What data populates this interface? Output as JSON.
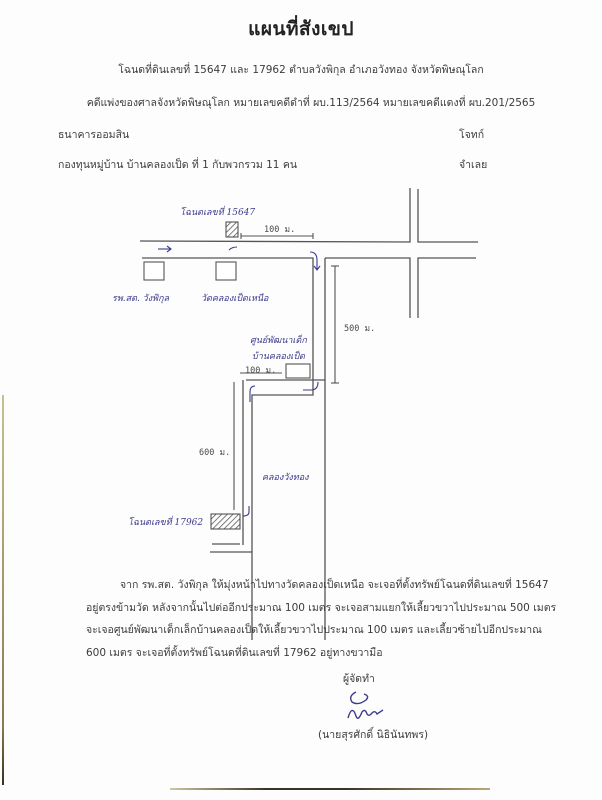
{
  "document": {
    "title": "แผนที่สังเขป",
    "subtitle": "โฉนดที่ดินเลขที่ 15647 และ 17962 ตำบลวังพิกุล อำเภอวังทอง จังหวัดพิษณุโลก",
    "case_line": "คดีแพ่งของศาลจังหวัดพิษณุโลก หมายเลขคดีดำที่ ผบ.113/2564 หมายเลขคดีแดงที่ ผบ.201/2565",
    "plaintiff": {
      "name": "ธนาคารออมสิน",
      "role": "โจทก์"
    },
    "defendant": {
      "name": "กองทุนหมู่บ้าน บ้านคลองเป็ด ที่ 1 กับพวกรวม 11 คน",
      "role": "จำเลย"
    }
  },
  "map": {
    "labels": {
      "parcel_15647": "โฉนดเลขที่ 15647",
      "hospital": "รพ.สต. วังพิกุล",
      "temple": "วัดคลองเป็ดเหนือ",
      "child_center_line1": "ศูนย์พัฒนาเด็ก",
      "child_center_line2": "บ้านคลองเป็ด",
      "parcel_17962": "โฉนดเลขที่ 17962",
      "road_name": "คลองวังทอง"
    },
    "distances": {
      "d1": "100 ม.",
      "d2": "500 ม.",
      "d3": "100 ม.",
      "d4": "600 ม."
    },
    "colors": {
      "road_line": "#555555",
      "handwriting": "#3b3a8c",
      "parcel_hatch": "#444444"
    }
  },
  "directions": {
    "lines": [
      "จาก รพ.สต. วังพิกุล ให้มุ่งหน้าไปทางวัดคลองเป็ดเหนือ จะเจอที่ตั้งทรัพย์โฉนดที่ดินเลขที่ 15647",
      "อยู่ตรงข้ามวัด หลังจากนั้นไปต่ออีกประมาณ 100 เมตร จะเจอสามแยกให้เลี้ยวขวาไปประมาณ 500 เมตร",
      "จะเจอศูนย์พัฒนาเด็กเล็กบ้านคลองเป็ดให้เลี้ยวขวาไปประมาณ 100 เมตร และเลี้ยวซ้ายไปอีกประมาณ",
      "600 เมตร จะเจอที่ตั้งทรัพย์โฉนดที่ดินเลขที่ 17962 อยู่ทางขวามือ"
    ]
  },
  "signature": {
    "role": "ผู้จัดทำ",
    "name": "(นายสุรศักดิ์ นิธินันทพร)"
  }
}
